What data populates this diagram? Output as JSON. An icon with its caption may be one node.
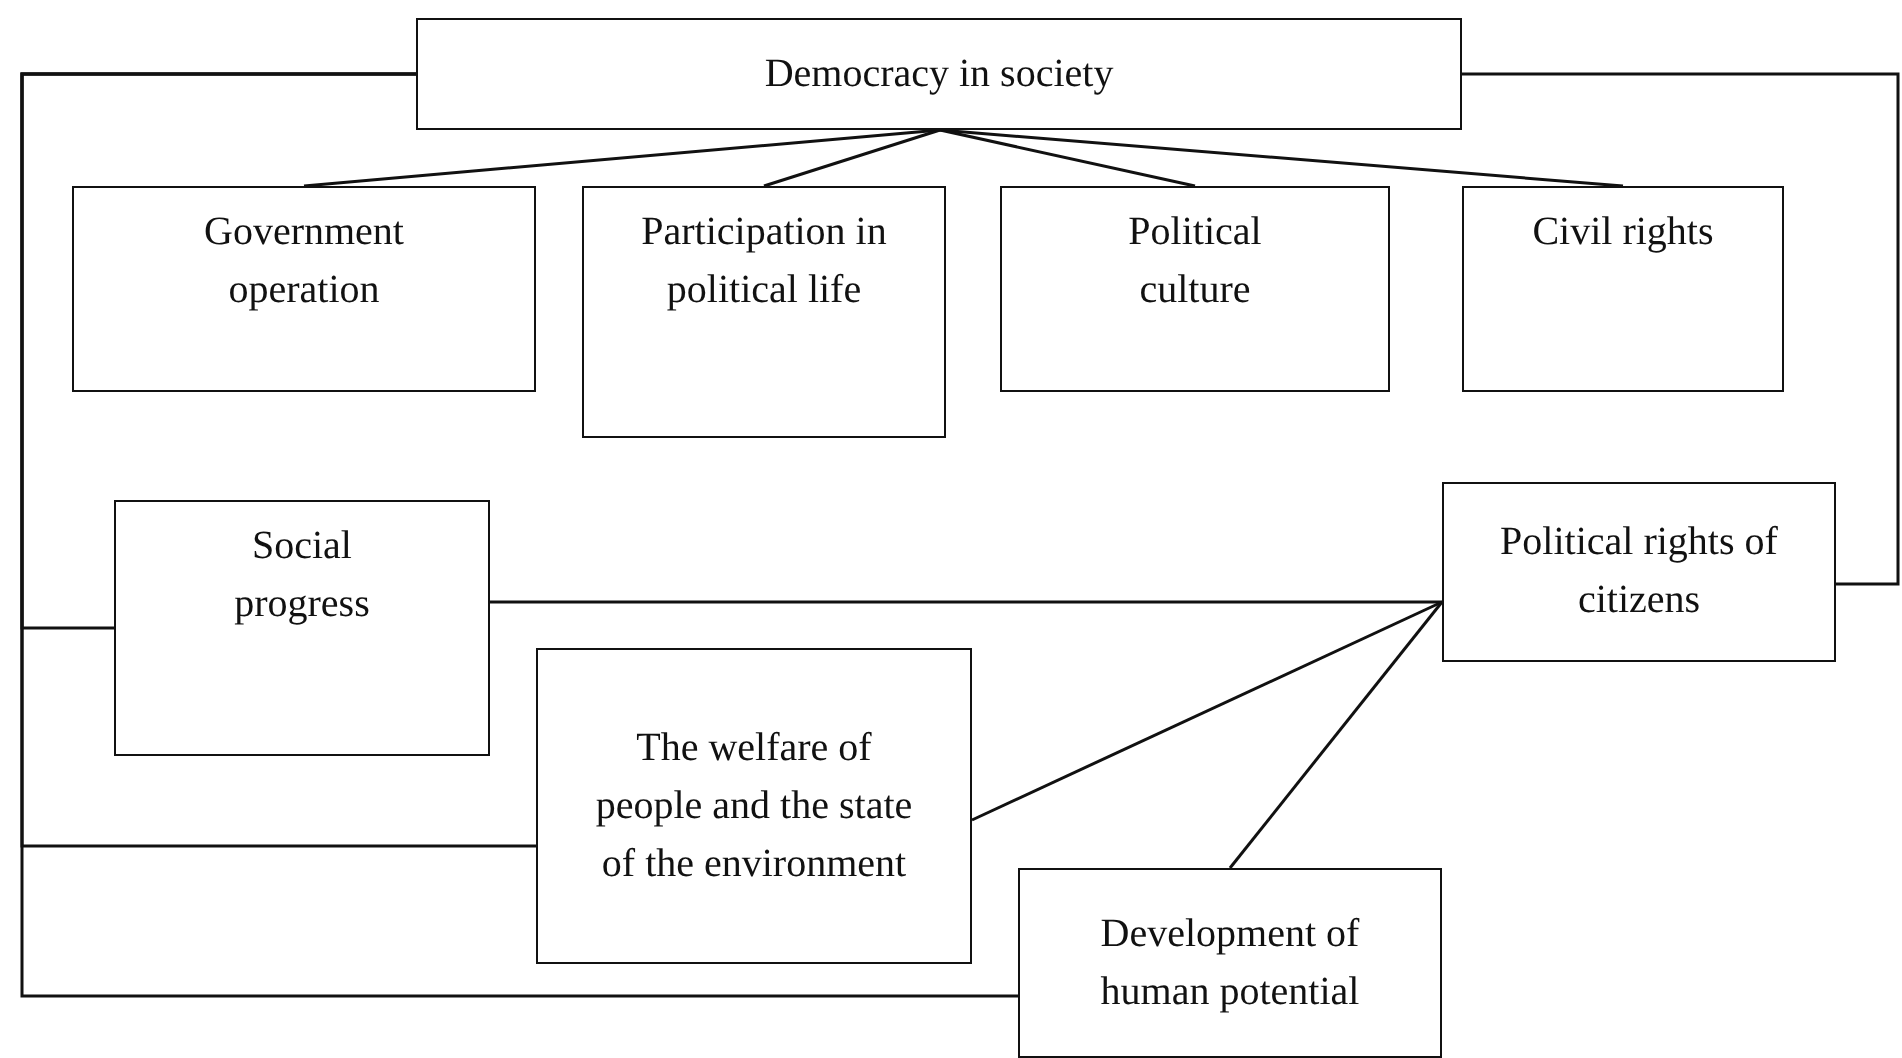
{
  "diagram": {
    "nodes": [
      {
        "text": [
          "Democracy in society"
        ]
      },
      {
        "text": [
          "Government operation"
        ]
      },
      {
        "text": [
          "Participation in political life"
        ]
      },
      {
        "text": [
          "Political culture"
        ]
      },
      {
        "text": [
          "Civil rights"
        ]
      },
      {
        "text": [
          "Social progress"
        ]
      },
      {
        "text": [
          "The welfare of people and the state of the environment"
        ]
      },
      {
        "text": [
          "Political rights of citizens"
        ]
      },
      {
        "text": [
          "Development of human potential"
        ]
      }
    ],
    "edges": [
      {
        "from": 0,
        "to": 1,
        "arrow": "none"
      },
      {
        "from": 0,
        "to": 2,
        "arrow": "none"
      },
      {
        "from": 0,
        "to": 3,
        "arrow": "none"
      },
      {
        "from": 0,
        "to": 4,
        "arrow": "none"
      },
      {
        "from": 0,
        "to": 5,
        "arrow": "none"
      },
      {
        "from": 0,
        "to": 6,
        "arrow": "none"
      },
      {
        "from": 0,
        "to": 8,
        "arrow": "none"
      },
      {
        "from": 0,
        "to": 7,
        "arrow": "none"
      },
      {
        "from": 5,
        "to": 7,
        "arrow": "none"
      },
      {
        "from": 6,
        "to": 7,
        "arrow": "none"
      },
      {
        "from": 8,
        "to": 7,
        "arrow": "none"
      }
    ]
  }
}
